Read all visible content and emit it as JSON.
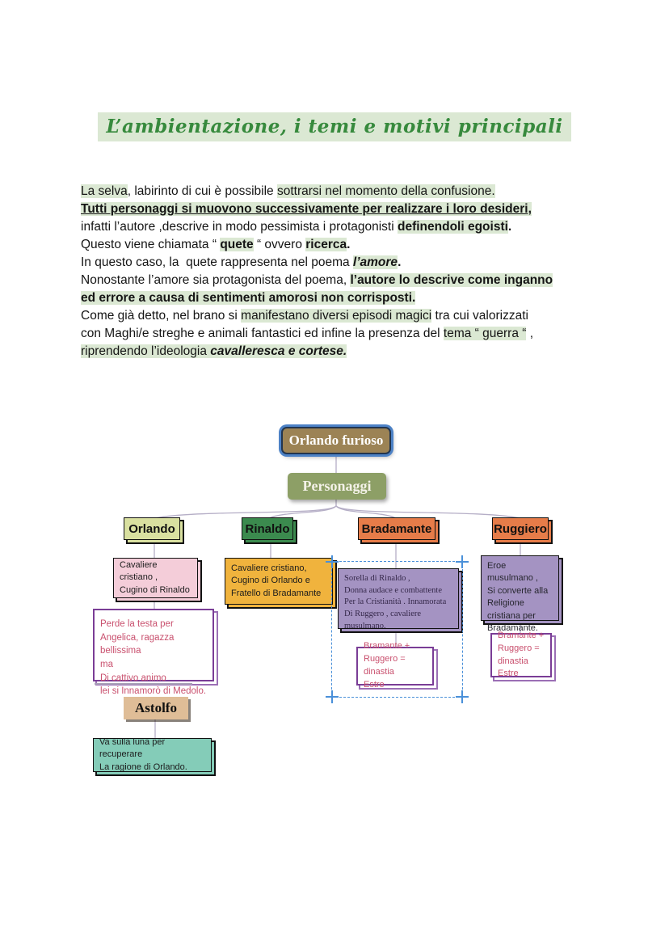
{
  "title": {
    "text": "L’ambientazione, i temi e motivi principali",
    "color": "#378a3d",
    "highlight": "#dbe8d3"
  },
  "paragraph": {
    "lines": [
      {
        "segments": [
          {
            "text": "La selva",
            "hl": true
          },
          {
            "text": ", labirinto di cui è possibile "
          },
          {
            "text": "sottrarsi nel momento della confusione.",
            "hl": true
          }
        ]
      },
      {
        "segments": [
          {
            "text": "Tutti personaggi si muovono successivamente per realizzare i loro desideri,",
            "hl": true,
            "bold": true,
            "underline": true
          }
        ]
      },
      {
        "segments": [
          {
            "text": "infatti l’autore ,descrive in modo pessimista i protagonisti "
          },
          {
            "text": "definendoli egoisti",
            "hl": true,
            "bold": true
          },
          {
            "text": "."
          }
        ]
      },
      {
        "segments": [
          {
            "text": "Questo viene chiamata “ "
          },
          {
            "text": "quete",
            "hl": true,
            "bold": true
          },
          {
            "text": " “ ovvero "
          },
          {
            "text": "ricerca",
            "hl": true,
            "bold": true
          },
          {
            "text": "."
          }
        ]
      },
      {
        "segments": [
          {
            "text": "In questo caso, la  quete rappresenta nel poema "
          },
          {
            "text": "l’amore",
            "hl": true,
            "bold": true,
            "italic": true
          },
          {
            "text": "."
          }
        ]
      },
      {
        "segments": [
          {
            "text": "Nonostante l’amore sia protagonista del poema, "
          },
          {
            "text": "l’autore lo descrive come inganno",
            "hl": true,
            "bold": true
          }
        ]
      },
      {
        "segments": [
          {
            "text": "ed errore a causa di sentimenti amorosi non corrisposti.",
            "hl": true,
            "bold": true
          }
        ]
      },
      {
        "segments": [
          {
            "text": "Come già detto, nel brano si "
          },
          {
            "text": "manifestano diversi episodi magici",
            "hl": true
          },
          {
            "text": " tra cui valorizzati"
          }
        ]
      },
      {
        "segments": [
          {
            "text": "con Maghi/e streghe e animali fantastici ed infine la presenza del "
          },
          {
            "text": "tema “ guerra “",
            "hl": true
          },
          {
            "text": " ,"
          }
        ]
      },
      {
        "segments": [
          {
            "text": "riprendendo l’ideologia ",
            "hl": true
          },
          {
            "text": "cavalleresca e cortese.",
            "hl": true,
            "bold": true,
            "italic": true
          }
        ]
      }
    ]
  },
  "diagram": {
    "root": {
      "label": "Orlando furioso",
      "fill": "#9c8355",
      "border": "#4d82c6"
    },
    "category": {
      "label": "Personaggi",
      "fill": "#8d9f66"
    },
    "characters": {
      "orlando": {
        "label": "Orlando",
        "label_fill": "#d9e0a0",
        "desc": "Cavaliere cristiano ,\nCugino di Rinaldo",
        "desc_fill": "#f4cdd9",
        "note": "Perde la testa per\nAngelica, ragazza bellissima\nma\nDi cattivo animo\nlei si Innamorò di Medolo."
      },
      "rinaldo": {
        "label": "Rinaldo",
        "label_fill": "#3b8a4e",
        "desc": "Cavaliere cristiano,\nCugino di Orlando e\nFratello di Bradamante",
        "desc_fill": "#f0b33d"
      },
      "bradamante": {
        "label": "Bradamante",
        "label_fill": "#e67c49",
        "desc": "Sorella di Rinaldo ,\nDonna audace e combattente\nPer la Cristianità . Innamorata\nDi Ruggero , cavaliere\nmusulmano.",
        "desc_fill": "#a493c2",
        "note": "Bramante +\nRuggero = dinastia\nEstre"
      },
      "ruggiero": {
        "label": "Ruggiero",
        "label_fill": "#e67c49",
        "desc": "Eroe musulmano ,\nSi converte alla\nReligione cristiana per\nBradamante.",
        "desc_fill": "#a493c2",
        "note": "Bramante +\nRuggero =\ndinastia Estre"
      },
      "astolfo": {
        "label": "Astolfo",
        "label_fill": "#dfbd97",
        "desc": "Va sulla luna per recuperare\nLa ragione di Orlando.",
        "desc_fill": "#84ccb8"
      }
    },
    "colors": {
      "note_border": "#7a3d96",
      "note_text": "#c9506e",
      "connector": "#b5aec6",
      "selection": "#4a90d9"
    }
  }
}
